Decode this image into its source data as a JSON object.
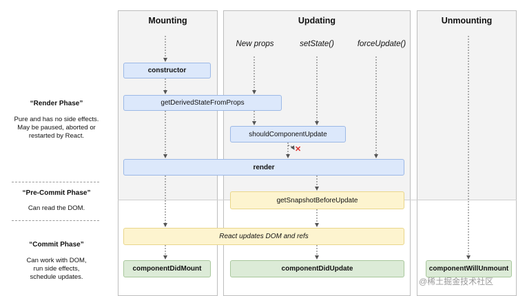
{
  "columns": {
    "mounting": "Mounting",
    "updating": "Updating",
    "unmounting": "Unmounting"
  },
  "triggers": {
    "new_props": "New props",
    "set_state": "setState()",
    "force_update": "forceUpdate()"
  },
  "methods": {
    "constructor": "constructor",
    "get_derived_state": "getDerivedStateFromProps",
    "should_update": "shouldComponentUpdate",
    "render": "render",
    "get_snapshot": "getSnapshotBeforeUpdate",
    "react_updates": "React updates DOM and refs",
    "did_mount": "componentDidMount",
    "did_update": "componentDidUpdate",
    "will_unmount": "componentWillUnmount"
  },
  "phases": {
    "render_title": "“Render Phase”",
    "render_desc": [
      "Pure and has no side effects.",
      "May be paused, aborted or",
      "restarted by React."
    ],
    "precommit_title": "“Pre-Commit Phase”",
    "precommit_desc": [
      "Can read the DOM."
    ],
    "commit_title": "“Commit Phase”",
    "commit_desc": [
      "Can work with DOM,",
      "run side effects,",
      "schedule updates."
    ]
  },
  "cancel_mark": "✕",
  "watermark": "@稀土掘金技术社区",
  "colors": {
    "render_box": "#dce8fb",
    "precommit_box": "#fdf4cf",
    "commit_box": "#dcebd7",
    "cancel": "#e0312c"
  }
}
